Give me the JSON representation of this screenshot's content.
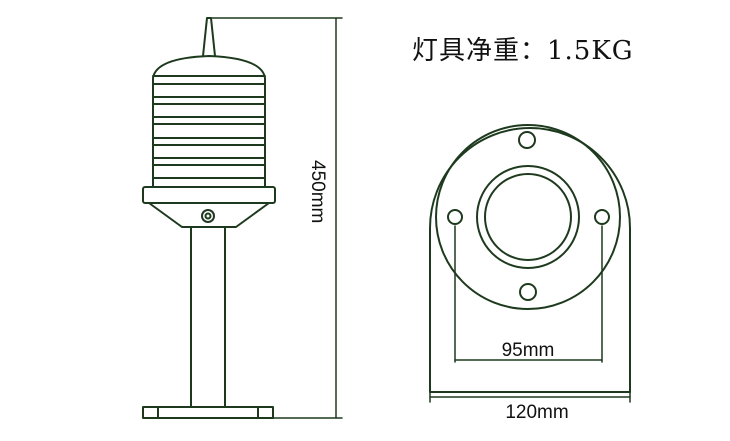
{
  "spec": {
    "weight_text": "灯具净重：1.5KG"
  },
  "dimensions": {
    "height_label": "450mm",
    "hole_spacing_label": "95mm",
    "base_width_label": "120mm"
  },
  "colors": {
    "line": "#1e3a1e",
    "text": "#111111",
    "background": "#ffffff"
  }
}
